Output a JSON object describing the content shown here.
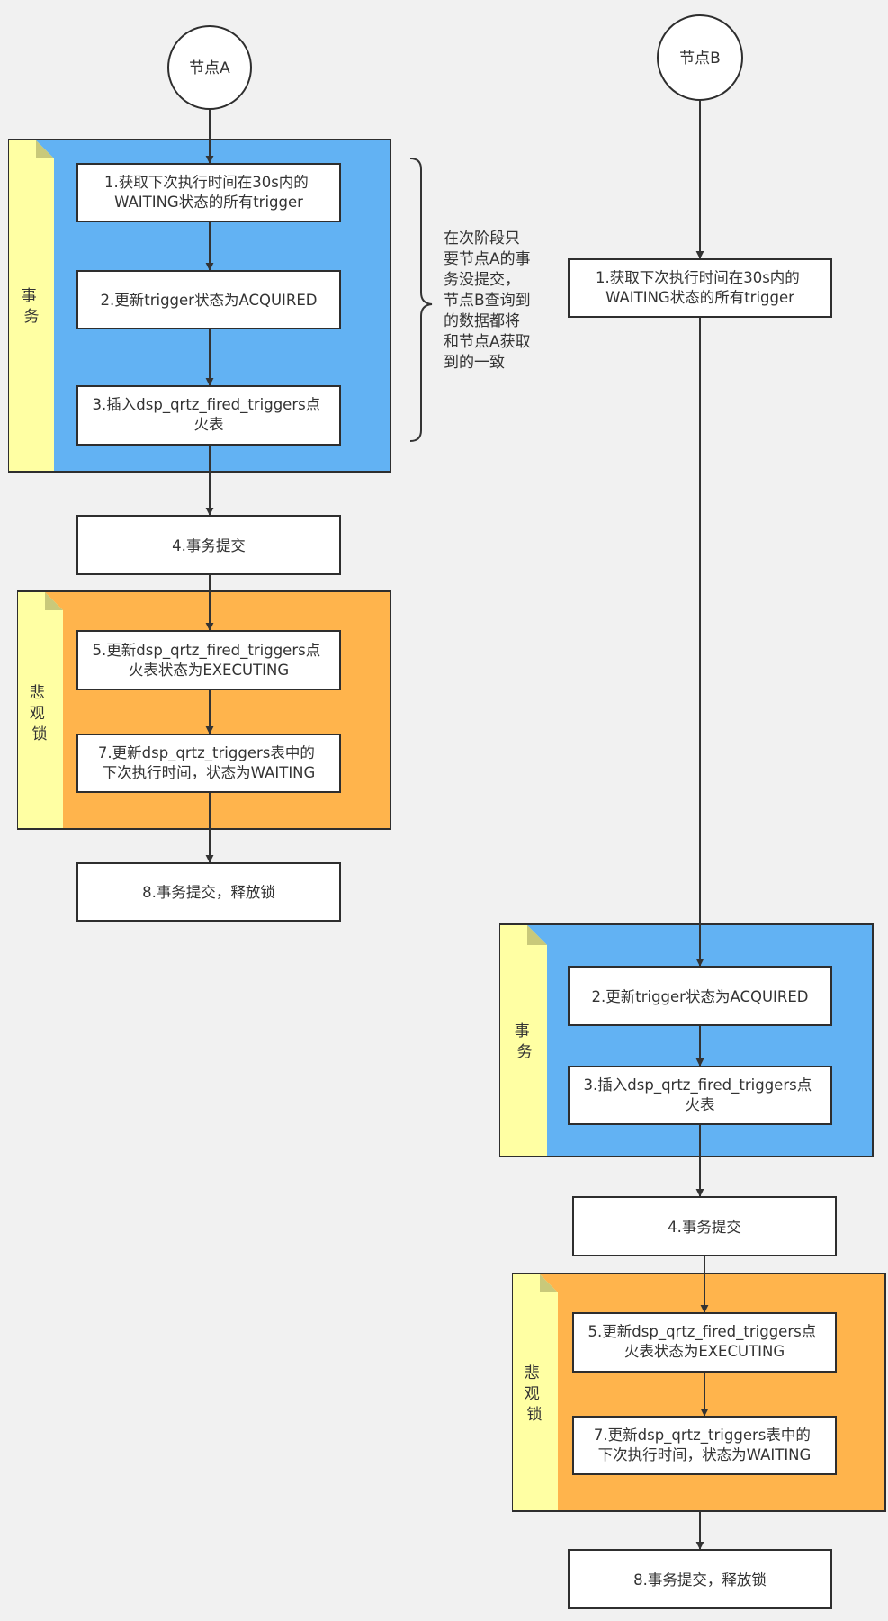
{
  "nodes": {
    "a": "节点A",
    "b": "节点B"
  },
  "labels": {
    "transaction": [
      "事",
      "务"
    ],
    "pessimistic_lock": [
      "悲",
      "观",
      "锁"
    ]
  },
  "flow_a": {
    "step1": [
      "1.获取下次执行时间在30s内的",
      "WAITING状态的所有trigger"
    ],
    "step2": [
      "2.更新trigger状态为ACQUIRED"
    ],
    "step3": [
      "3.插入dsp_qrtz_fired_triggers点",
      "火表"
    ],
    "step4": [
      "4.事务提交"
    ],
    "step5": [
      "5.更新dsp_qrtz_fired_triggers点",
      "火表状态为EXECUTING"
    ],
    "step7": [
      "7.更新dsp_qrtz_triggers表中的",
      "下次执行时间，状态为WAITING"
    ],
    "step8": [
      "8.事务提交，释放锁"
    ]
  },
  "flow_b": {
    "step1": [
      "1.获取下次执行时间在30s内的",
      "WAITING状态的所有trigger"
    ],
    "step2": [
      "2.更新trigger状态为ACQUIRED"
    ],
    "step3": [
      "3.插入dsp_qrtz_fired_triggers点",
      "火表"
    ],
    "step4": [
      "4.事务提交"
    ],
    "step5": [
      "5.更新dsp_qrtz_fired_triggers点",
      "火表状态为EXECUTING"
    ],
    "step7": [
      "7.更新dsp_qrtz_triggers表中的",
      "下次执行时间，状态为WAITING"
    ],
    "step8": [
      "8.事务提交，释放锁"
    ]
  },
  "annotation": [
    "在次阶段只",
    "要节点A的事",
    "务没提交，",
    "节点B查询到",
    "的数据都将",
    "和节点A获取",
    "到的一致"
  ],
  "colors": {
    "background": "#f1f1f1",
    "transaction_frame": "#62b2f3",
    "lock_frame": "#ffb44c",
    "side_note": "#ffffa3"
  }
}
